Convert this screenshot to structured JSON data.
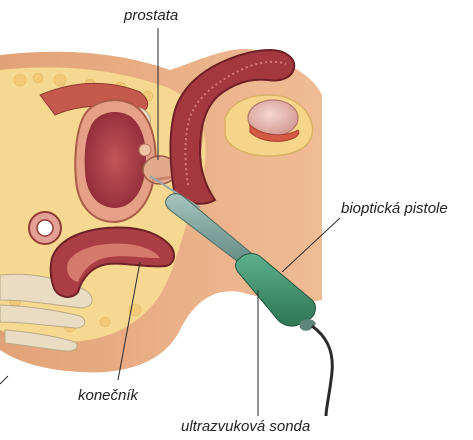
{
  "labels": {
    "prostate": "prostata",
    "biopsy_gun": "bioptická pistole",
    "rectum": "konečník",
    "ultrasound_probe": "ultrazvuková sonda"
  },
  "colors": {
    "skin": "#e8b086",
    "fat": "#f7d890",
    "muscle": "#b8483f",
    "organ": "#a3383f",
    "probe": "#7fa39c",
    "probe_grip": "#3d8a6c",
    "leader": "#2a2a2a"
  }
}
